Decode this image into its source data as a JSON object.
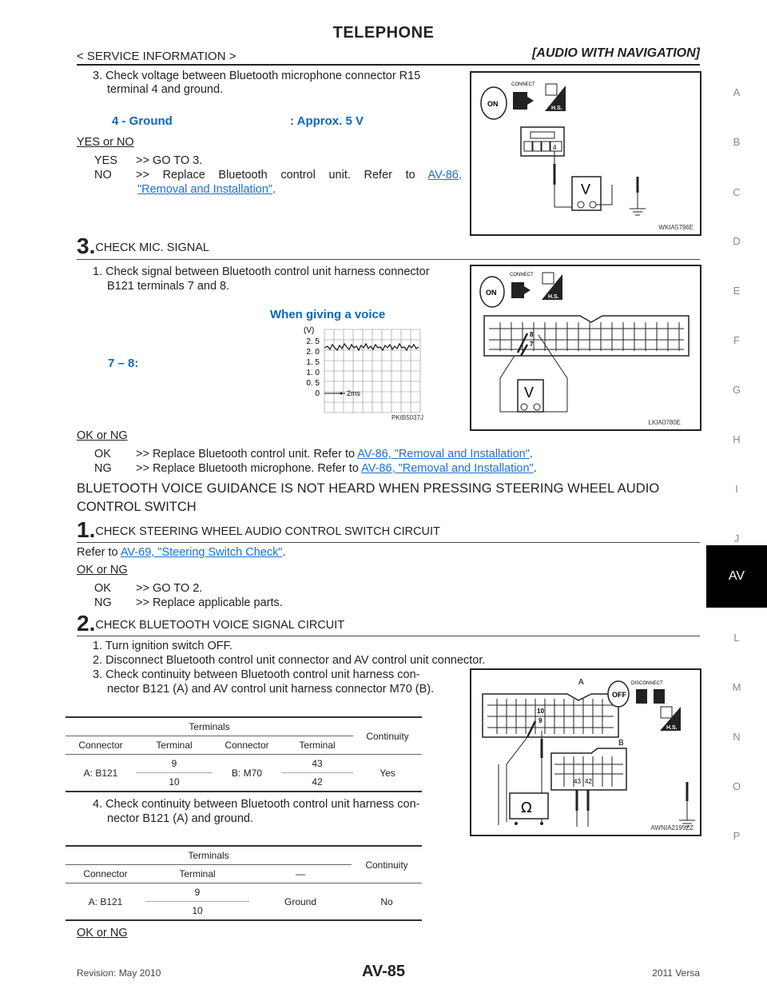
{
  "header": {
    "title": "TELEPHONE",
    "service_info": "< SERVICE INFORMATION >",
    "section": "[AUDIO WITH NAVIGATION]"
  },
  "side_index": [
    "A",
    "B",
    "C",
    "D",
    "E",
    "F",
    "G",
    "H",
    "I",
    "J",
    "AV",
    "L",
    "M",
    "N",
    "O",
    "P"
  ],
  "active_index": "AV",
  "block1": {
    "line1": "3. Check voltage between Bluetooth microphone connector R15",
    "line2": "terminal 4 and ground.",
    "spec_left": "4 - Ground",
    "spec_right": ": Approx. 5 V",
    "yes_no_label": "YES or NO",
    "yes_prefix": "YES",
    "yes_text": ">> GO TO 3.",
    "no_prefix": "NO",
    "no_text": ">> Replace Bluetooth control unit. Refer to",
    "no_link1": "AV-86,",
    "no_link2": "\"Removal and Installation\"",
    "period": ".",
    "fig_code": "WKIA5796E"
  },
  "step3": {
    "num": "3.",
    "heading": "CHECK MIC. SIGNAL",
    "line1": "1. Check signal between Bluetooth control unit harness connector",
    "line2": "B121 terminals 7 and 8.",
    "when_label": "When giving a voice",
    "terminal_label": "7 – 8:",
    "waveform_unit": "(V)",
    "waveform_ticks": [
      "2. 5",
      "2. 0",
      "1. 5",
      "1. 0",
      "0. 5",
      "0"
    ],
    "waveform_time": "2ms",
    "wave_code": "PKIB5037J",
    "fig_code": "LKIA0780E",
    "ok_ng_label": "OK or NG",
    "ok_prefix": "OK",
    "ok_text": ">> Replace Bluetooth control unit. Refer to",
    "ok_link": "AV-86, \"Removal and Installation\"",
    "ng_prefix": "NG",
    "ng_text": ">> Replace Bluetooth microphone. Refer to",
    "ng_link": "AV-86, \"Removal and Installation\"",
    "period": "."
  },
  "big_heading": {
    "line1": "BLUETOOTH VOICE GUIDANCE IS NOT HEARD WHEN PRESSING STEERING WHEEL AUDIO",
    "line2": "CONTROL SWITCH"
  },
  "step1": {
    "num": "1.",
    "heading": "CHECK STEERING WHEEL AUDIO CONTROL SWITCH CIRCUIT",
    "refer_text": "Refer to",
    "refer_link": "AV-69, \"Steering Switch Check\"",
    "period": ".",
    "ok_ng_label": "OK or NG",
    "ok_prefix": "OK",
    "ok_text": ">> GO TO 2.",
    "ng_prefix": "NG",
    "ng_text": ">> Replace applicable parts."
  },
  "step2": {
    "num": "2.",
    "heading": "CHECK BLUETOOTH VOICE SIGNAL CIRCUIT",
    "l1": "1. Turn ignition switch OFF.",
    "l2": "2. Disconnect Bluetooth control unit connector and AV control unit connector.",
    "l3a": "3. Check continuity between Bluetooth control unit harness con-",
    "l3b": "nector B121 (A) and AV control unit harness connector M70 (B).",
    "l4a": "4. Check continuity between Bluetooth control unit harness con-",
    "l4b": "nector B121 (A) and ground.",
    "ok_ng_label": "OK or NG",
    "fig_code": "AWNIA2195ZZ"
  },
  "table1": {
    "terminals": "Terminals",
    "continuity": "Continuity",
    "connector1": "Connector",
    "terminal1": "Terminal",
    "connector2": "Connector",
    "terminal2": "Terminal",
    "conn_a": "A: B121",
    "conn_b": "B: M70",
    "r1_a": "9",
    "r1_b": "43",
    "r2_a": "10",
    "r2_b": "42",
    "result": "Yes"
  },
  "table2": {
    "terminals": "Terminals",
    "continuity": "Continuity",
    "connector": "Connector",
    "terminal": "Terminal",
    "dash": "—",
    "conn_a": "A: B121",
    "r1": "9",
    "r2": "10",
    "ground": "Ground",
    "result": "No"
  },
  "figure_labels": {
    "connect": "CONNECT",
    "disconnect": "DISCONNECT",
    "hs": "H.S.",
    "on": "ON",
    "off": "OFF",
    "volt": "V",
    "ohm": "Ω",
    "pin4": "4",
    "pin7": "7",
    "pin8": "8",
    "pin9": "9",
    "pin10": "10",
    "pin42": "42",
    "pin43": "43",
    "label_a": "A",
    "label_b": "B"
  },
  "footer": {
    "revision": "Revision: May 2010",
    "page": "AV-85",
    "model": "2011 Versa"
  }
}
